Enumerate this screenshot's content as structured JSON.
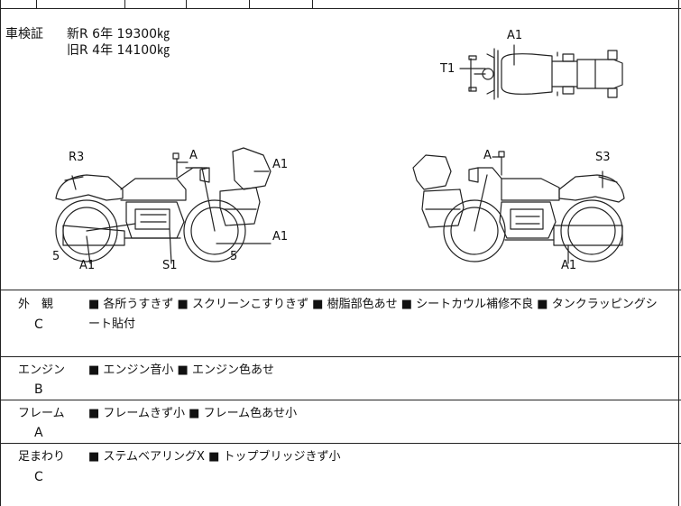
{
  "inspection": {
    "label": "車検証",
    "new_line": "新R  6年  19300㎏",
    "old_line": "旧R  4年  14100㎏"
  },
  "diagram_labels": {
    "top_a1": "A1",
    "top_t1": "T1",
    "left_r3": "R3",
    "left_a_mirror": "A",
    "left_a1_cowl": "A1",
    "left_a1_muffler": "A1",
    "left_5_rear": "5",
    "left_a1_bottom": "A1",
    "left_s1": "S1",
    "left_5_front": "5",
    "right_a_mirror": "A",
    "right_s3": "S3",
    "right_a1_bottom": "A1"
  },
  "conditions": [
    {
      "category": "外　観",
      "grade": "C",
      "line1": "■ 各所うすきず ■ スクリーンこすりきず ■ 樹脂部色あせ ■ シートカウル補修不良 ■ タンクラッピングシ",
      "line2": "ート貼付"
    },
    {
      "category": "エンジン",
      "grade": "B",
      "line1": "■ エンジン音小 ■ エンジン色あせ",
      "line2": ""
    },
    {
      "category": "フレーム",
      "grade": "A",
      "line1": "■ フレームきず小 ■ フレーム色あせ小",
      "line2": ""
    },
    {
      "category": "足まわり",
      "grade": "C",
      "line1": "■ ステムベアリングX ■ トップブリッジきず小",
      "line2": ""
    }
  ]
}
